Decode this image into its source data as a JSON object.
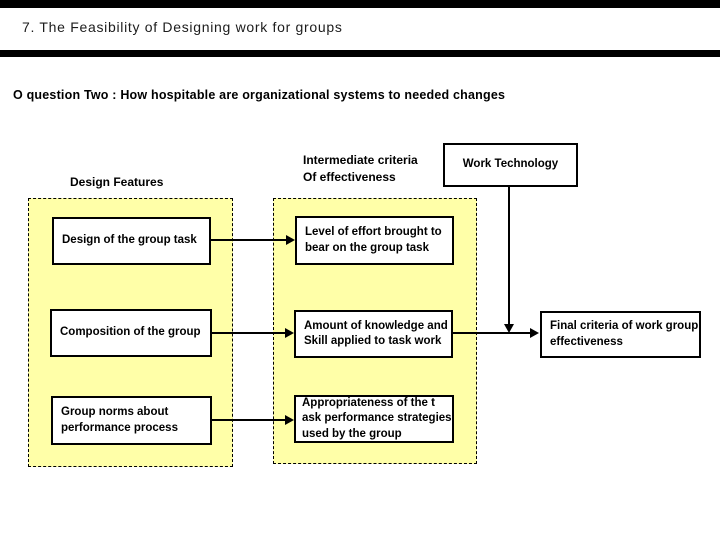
{
  "slide": {
    "title": "7. The Feasibility of Designing work for groups",
    "question": "O question Two : How hospitable are organizational systems to needed changes"
  },
  "diagram": {
    "headers": {
      "design_features": "Design Features",
      "intermediate_criteria": "Intermediate criteria\nOf effectiveness",
      "work_technology": "Work Technology"
    },
    "design_features_boxes": [
      {
        "label": "Design of the group task"
      },
      {
        "label": "Composition of the group"
      },
      {
        "label": "Group norms about\nperformance process"
      }
    ],
    "intermediate_criteria_boxes": [
      {
        "label": "Level of effort brought to\nbear on the group task"
      },
      {
        "label": "Amount of knowledge and\nSkill applied to task work"
      },
      {
        "label": "Appropriateness of the t\nask performance strategies\nused by the group"
      }
    ],
    "final_box": {
      "label": "Final criteria of work group\neffectiveness"
    },
    "colors": {
      "container_fill": "#FFFFA8",
      "bar": "#000000",
      "box_border": "#000000"
    }
  }
}
